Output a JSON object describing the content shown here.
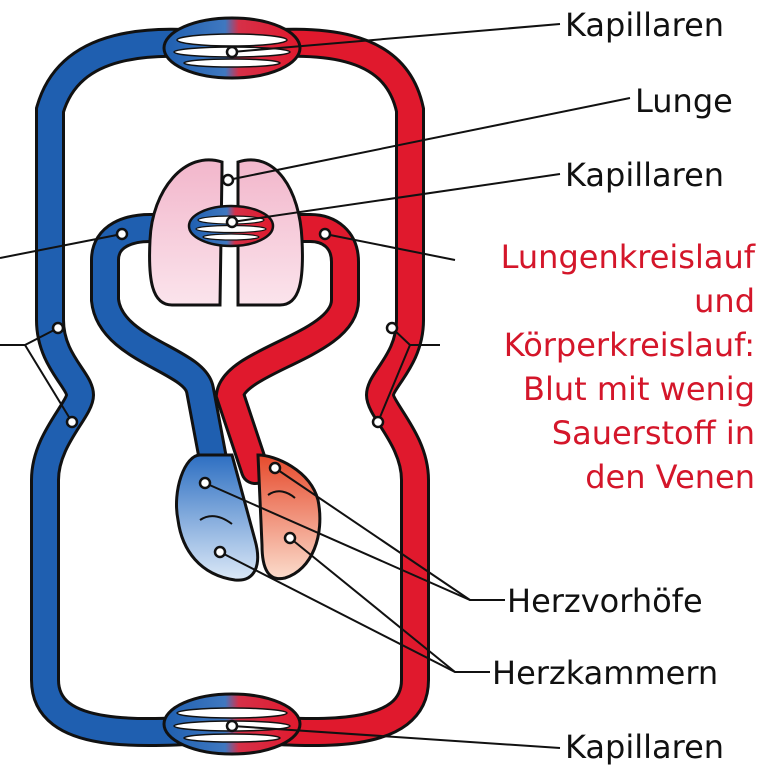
{
  "labels": {
    "capillaries_top": "Kapillaren",
    "lung": "Lunge",
    "capillaries_lung": "Kapillaren",
    "heart_atria": "Herzvorhöfe",
    "heart_ventricles": "Herzkammern",
    "capillaries_bottom": "Kapillaren"
  },
  "red_note": {
    "lines": [
      "Lungenkreislauf",
      "und",
      "Körperkreislauf:",
      "Blut mit wenig",
      "Sauerstoff in",
      "den Venen"
    ]
  },
  "colors": {
    "venous": "#1f5fb0",
    "arterial": "#e0192d",
    "text_red": "#d4162a",
    "outline": "#111111",
    "lung_fill": "#f4c6d6"
  }
}
